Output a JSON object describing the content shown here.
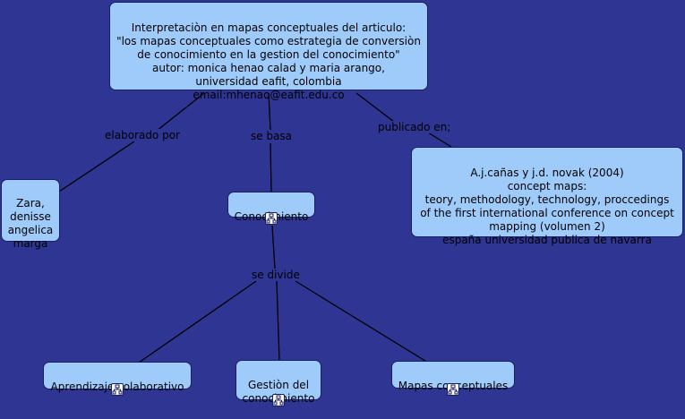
{
  "diagram": {
    "background": "#2f3593",
    "node_fill": "#9fcbfb",
    "line_color": "#000000",
    "nodes": {
      "root": "Interpretaciòn en mapas conceptuales del articulo:\n\"los mapas conceptuales como estrategia de conversiòn\nde conocimiento en la gestion del conocimiento\"\nautor: monica henao calad y  maria arango,\nuniversidad eafit, colombia\nemail:mhenao@eafit.edu.co",
      "authors": "Zara,\ndenisse\nangelica\nmarga",
      "conocimiento": "Conocimiento",
      "reference": "A.j.cañas y j.d. novak (2004)\nconcept maps:\nteory, methodology, technology, proccedings\nof the first international conference on concept\nmapping (volumen 2)\nespaña universidad publica de navarra",
      "aprendizaje": "Aprendizaje colaborativo",
      "gestion": "Gestiòn del\nconocimiento",
      "mapas": "Mapas conceptuales"
    },
    "links": {
      "elaborado_por": "elaborado por",
      "se_basa": "se basa",
      "publicado_en": "publicado en;",
      "se_divide": "se divide"
    },
    "icons": {
      "conocimiento": "submap-icon",
      "aprendizaje": "submap-icon",
      "gestion": "submap-icon",
      "mapas": "submap-icon"
    }
  }
}
